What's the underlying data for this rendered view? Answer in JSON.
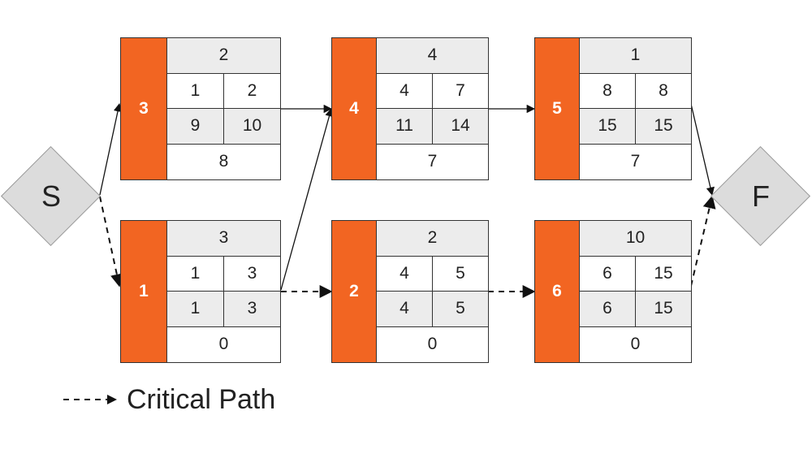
{
  "terminals": {
    "start": {
      "label": "S"
    },
    "finish": {
      "label": "F"
    }
  },
  "nodes": [
    {
      "id": "3",
      "duration": "2",
      "es": "1",
      "ef": "2",
      "ls": "9",
      "lf": "10",
      "slack": "8"
    },
    {
      "id": "4",
      "duration": "4",
      "es": "4",
      "ef": "7",
      "ls": "11",
      "lf": "14",
      "slack": "7"
    },
    {
      "id": "5",
      "duration": "1",
      "es": "8",
      "ef": "8",
      "ls": "15",
      "lf": "15",
      "slack": "7"
    },
    {
      "id": "1",
      "duration": "3",
      "es": "1",
      "ef": "3",
      "ls": "1",
      "lf": "3",
      "slack": "0"
    },
    {
      "id": "2",
      "duration": "2",
      "es": "4",
      "ef": "5",
      "ls": "4",
      "lf": "5",
      "slack": "0"
    },
    {
      "id": "6",
      "duration": "10",
      "es": "6",
      "ef": "15",
      "ls": "6",
      "lf": "15",
      "slack": "0"
    }
  ],
  "edges": [
    {
      "from": "S",
      "to": "3",
      "critical": false
    },
    {
      "from": "S",
      "to": "1",
      "critical": true
    },
    {
      "from": "3",
      "to": "4",
      "critical": false
    },
    {
      "from": "1",
      "to": "4",
      "critical": false
    },
    {
      "from": "1",
      "to": "2",
      "critical": true
    },
    {
      "from": "4",
      "to": "5",
      "critical": false
    },
    {
      "from": "2",
      "to": "6",
      "critical": true
    },
    {
      "from": "5",
      "to": "F",
      "critical": false
    },
    {
      "from": "6",
      "to": "F",
      "critical": true
    }
  ],
  "legend": {
    "label": "Critical Path"
  },
  "colors": {
    "accent": "#f26522",
    "shade": "#ececec",
    "terminal": "#dcdcdc",
    "line": "#222222"
  }
}
